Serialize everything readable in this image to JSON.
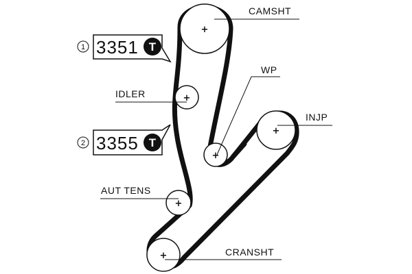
{
  "pulleys": {
    "camshaft": {
      "label": "CAMSHT"
    },
    "water_pump": {
      "label": "WP"
    },
    "idler": {
      "label": "IDLER"
    },
    "injection_pump": {
      "label": "INJP"
    },
    "auto_tensioner": {
      "label": "AUT TENS"
    },
    "crankshaft": {
      "label": "CRANSHT"
    }
  },
  "part_numbers": [
    {
      "step": "1",
      "number": "3351",
      "badge": "T"
    },
    {
      "step": "2",
      "number": "3355",
      "badge": "T"
    }
  ],
  "pulley_center_symbol": "+",
  "colors": {
    "belt": "#111111",
    "background": "#ffffff"
  }
}
